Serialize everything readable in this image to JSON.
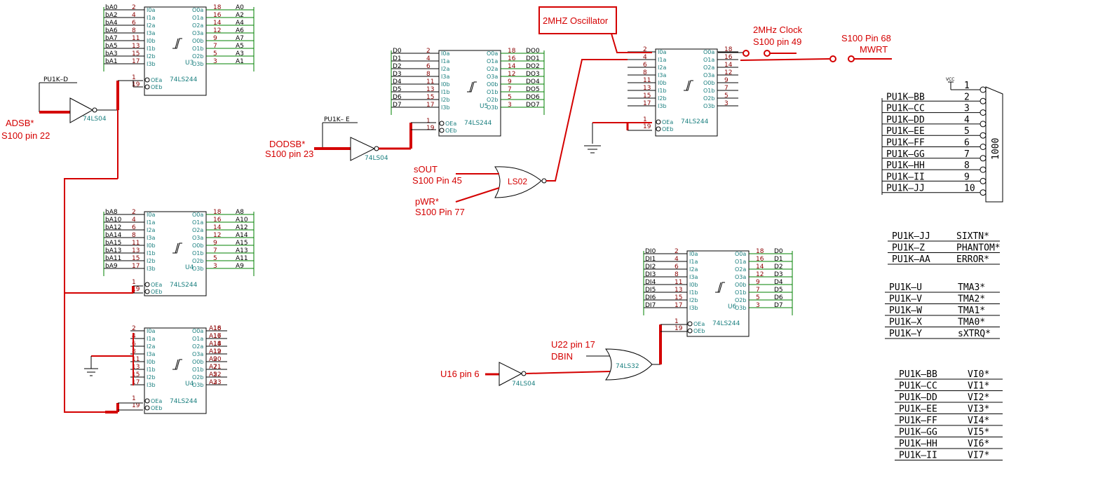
{
  "u3": {
    "inputs": [
      "bA0",
      "bA2",
      "bA4",
      "bA6",
      "bA7",
      "bA5",
      "bA3",
      "bA1"
    ],
    "in_pins": [
      "2",
      "4",
      "6",
      "8",
      "11",
      "13",
      "15",
      "17"
    ],
    "outputs": [
      "A0",
      "A2",
      "A4",
      "A6",
      "A7",
      "A5",
      "A3",
      "A1"
    ],
    "out_pins": [
      "18",
      "16",
      "14",
      "12",
      "9",
      "7",
      "5",
      "3"
    ],
    "name": "U3",
    "part": "74LS244"
  },
  "u4a": {
    "inputs": [
      "bA8",
      "bA10",
      "bA12",
      "bA14",
      "bA15",
      "bA13",
      "bA11",
      "bA9"
    ],
    "in_pins": [
      "2",
      "4",
      "6",
      "8",
      "11",
      "13",
      "15",
      "17"
    ],
    "outputs": [
      "A8",
      "A10",
      "A12",
      "A14",
      "A15",
      "A13",
      "A11",
      "A9"
    ],
    "out_pins": [
      "18",
      "16",
      "14",
      "12",
      "9",
      "7",
      "5",
      "3"
    ],
    "name": "U4",
    "part": "74LS244"
  },
  "u4b": {
    "in_pins": [
      "2",
      "4",
      "6",
      "8",
      "11",
      "13",
      "15",
      "17"
    ],
    "outputs": [
      "A16",
      "A17",
      "A18",
      "A19",
      "A20",
      "A21",
      "A22",
      "A23"
    ],
    "out_pins": [
      "18",
      "16",
      "14",
      "12",
      "9",
      "7",
      "5",
      "3"
    ],
    "name": "U4",
    "part": "74LS244"
  },
  "u5": {
    "inputs": [
      "D0",
      "D1",
      "D2",
      "D3",
      "D4",
      "D5",
      "D6",
      "D7"
    ],
    "in_pins": [
      "2",
      "4",
      "6",
      "8",
      "11",
      "13",
      "15",
      "17"
    ],
    "outputs": [
      "DO0",
      "DO1",
      "DO2",
      "DO3",
      "DO4",
      "DO5",
      "DO6",
      "DO7"
    ],
    "out_pins": [
      "18",
      "16",
      "14",
      "12",
      "9",
      "7",
      "5",
      "3"
    ],
    "name": "U5",
    "part": "74LS244"
  },
  "u6": {
    "inputs": [
      "DI0",
      "DI1",
      "DI2",
      "DI3",
      "DI4",
      "DI5",
      "DI6",
      "DI7"
    ],
    "in_pins": [
      "2",
      "4",
      "6",
      "8",
      "11",
      "13",
      "15",
      "17"
    ],
    "outputs": [
      "D0",
      "D1",
      "D2",
      "D3",
      "D4",
      "D5",
      "D6",
      "D7"
    ],
    "out_pins": [
      "18",
      "16",
      "14",
      "12",
      "9",
      "7",
      "5",
      "3"
    ],
    "name": "U6",
    "part": "74LS244"
  },
  "uclk": {
    "in_pins": [
      "2",
      "4",
      "6",
      "8",
      "11",
      "13",
      "15",
      "17"
    ],
    "out_pins": [
      "18",
      "16",
      "14",
      "12",
      "9",
      "7",
      "5",
      "3"
    ],
    "part": "74LS244"
  },
  "chip_pin_labels": {
    "inputs": [
      "I0a",
      "I1a",
      "I2a",
      "I3a",
      "I0b",
      "I1b",
      "I2b",
      "I3b"
    ],
    "outputs": [
      "O0a",
      "O1a",
      "O2a",
      "O3a",
      "O0b",
      "O1b",
      "O2b",
      "O3b"
    ],
    "oe": [
      "OEa",
      "OEb"
    ],
    "oe_pins": [
      "1",
      "19"
    ]
  },
  "labels": {
    "adsb": "ADSB*",
    "adsb_pin": "S100 pin 22",
    "dodsb": "DODSB*",
    "dodsb_pin": "S100 pin 23",
    "pu1k_d": "PU1K–D",
    "pu1k_e": "PU1K– E",
    "inv": "74LS04",
    "sout": "sOUT",
    "sout_pin": "S100 Pin 45",
    "pwr": "pWR*",
    "pwr_pin": "S100 Pin 77",
    "nor": "LS02",
    "osc": "2MHZ Oscillator",
    "clk": "2MHz Clock",
    "clk_pin": "S100 pin 49",
    "mwrt_pin": "S100 Pin 68",
    "mwrt": "MWRT",
    "u22": "U22 pin 17",
    "dbin": "DBIN",
    "or": "74LS32",
    "u16": "U16 pin 6",
    "vcc": "VCC"
  },
  "resistor_pack": {
    "part": "1000",
    "rows": [
      "PU1K–BB",
      "PU1K–CC",
      "PU1K–DD",
      "PU1K–EE",
      "PU1K–FF",
      "PU1K–GG",
      "PU1K–HH",
      "PU1K–II",
      "PU1K–JJ"
    ],
    "pins": [
      "1",
      "2",
      "3",
      "4",
      "5",
      "6",
      "7",
      "8",
      "9",
      "10"
    ]
  },
  "table1": [
    [
      "PU1K–JJ",
      "SIXTN*"
    ],
    [
      "PU1K–Z",
      "PHANTOM*"
    ],
    [
      "PU1K–AA",
      "ERROR*"
    ]
  ],
  "table2": [
    [
      "PU1K–U",
      "TMA3*"
    ],
    [
      "PU1K–V",
      "TMA2*"
    ],
    [
      "PU1K–W",
      "TMA1*"
    ],
    [
      "PU1K–X",
      "TMA0*"
    ],
    [
      "PU1K–Y",
      "sXTRQ*"
    ]
  ],
  "table3": [
    [
      "PU1K–BB",
      "VI0*"
    ],
    [
      "PU1K–CC",
      "VI1*"
    ],
    [
      "PU1K–DD",
      "VI2*"
    ],
    [
      "PU1K–EE",
      "VI3*"
    ],
    [
      "PU1K–FF",
      "VI4*"
    ],
    [
      "PU1K–GG",
      "VI5*"
    ],
    [
      "PU1K–HH",
      "VI6*"
    ],
    [
      "PU1K–II",
      "VI7*"
    ]
  ],
  "colors": {
    "wire": "#000000",
    "signal": "#d40000",
    "bus": "#008000",
    "chip_text": "#1a7f7f",
    "pin_number": "#8b0000"
  }
}
